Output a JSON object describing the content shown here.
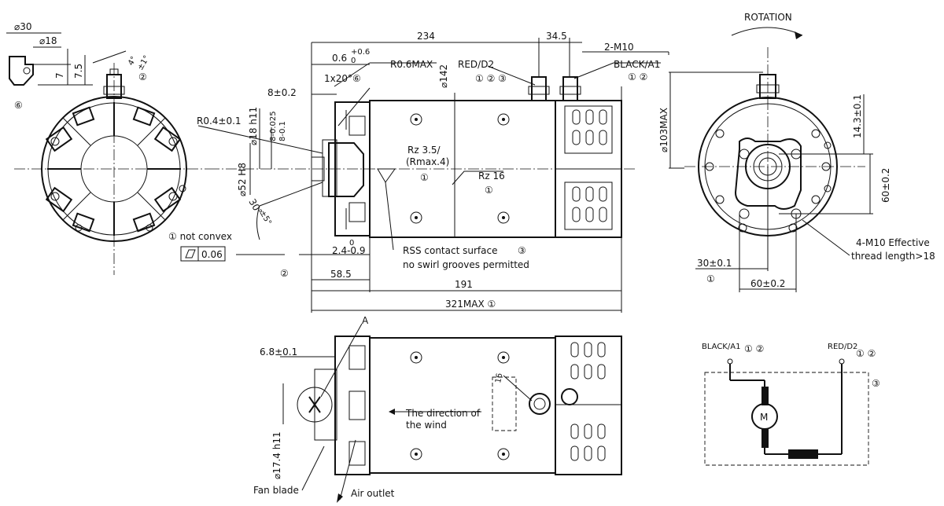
{
  "labels": {
    "d30": "⌀30",
    "d18": "⌀18",
    "dim_7": "7",
    "dim_7_5": "7.5",
    "angle_4": "4°",
    "angle_tol": "±1°",
    "ref_6_left": "⑥",
    "ref_2_left": "②",
    "dim_234": "234",
    "dim_34_5": "34.5",
    "thread_2m10": "2-M10",
    "dim_0_6": "0.6",
    "dim_0_6_tol": "+0.6",
    "dim_0_6_base": "0",
    "r06max": "R0.6MAX",
    "red_d2": "RED/D2",
    "red_refs": "① ② ③",
    "black_a1": "BLACK/A1",
    "black_refs": "① ②",
    "chamfer": "1x20°⑥",
    "d142": "⌀142",
    "dim_8": "8±0.2",
    "r04": "R0.4±0.1",
    "d18h11": "⌀18 h11",
    "dim_8_025": "8-0.025",
    "dim_8_01": "8-0.1",
    "d52h8": "⌀52 H8",
    "angle_30": "30°",
    "angle_30_tol": "±5°",
    "rz35": "Rz 3.5/",
    "rmax4": "(Rmax.4)",
    "rz_ref": "①",
    "rz16": "Rz 16",
    "rz16_ref": "①",
    "not_convex": "① not convex",
    "flatness": "0.06",
    "rss": "RSS contact surface",
    "rss_ref": "③",
    "no_swirl": "no swirl grooves permitted",
    "dim_2_4": "2.4-0.9",
    "dim_2_4_top": "0",
    "ref_2_mid": "②",
    "dim_58_5": "58.5",
    "dim_191": "191",
    "dim_321": "321MAX ①",
    "rotation": "ROTATION",
    "d103": "⌀103MAX",
    "dim_14_3": "14.3±0.1",
    "dim_60_v": "60±0.2",
    "m10_effective": "4-M10 Effective",
    "thread_len": "thread length>18",
    "dim_30": "30±0.1",
    "ref_1_right": "①",
    "dim_60_h": "60±0.2",
    "label_a": "A",
    "dim_6_8": "6.8±0.1",
    "wind_1": "The direction of",
    "wind_2": "the wind",
    "dim_16": "16",
    "d17_4": "⌀17.4 h11",
    "fan_blade": "Fan blade",
    "air_outlet": "Air outlet",
    "sch_black": "BLACK/A1",
    "sch_black_refs": "① ②",
    "sch_red": "RED/D2",
    "sch_red_refs": "① ②",
    "sch_ref3": "③",
    "motor_m": "M"
  }
}
